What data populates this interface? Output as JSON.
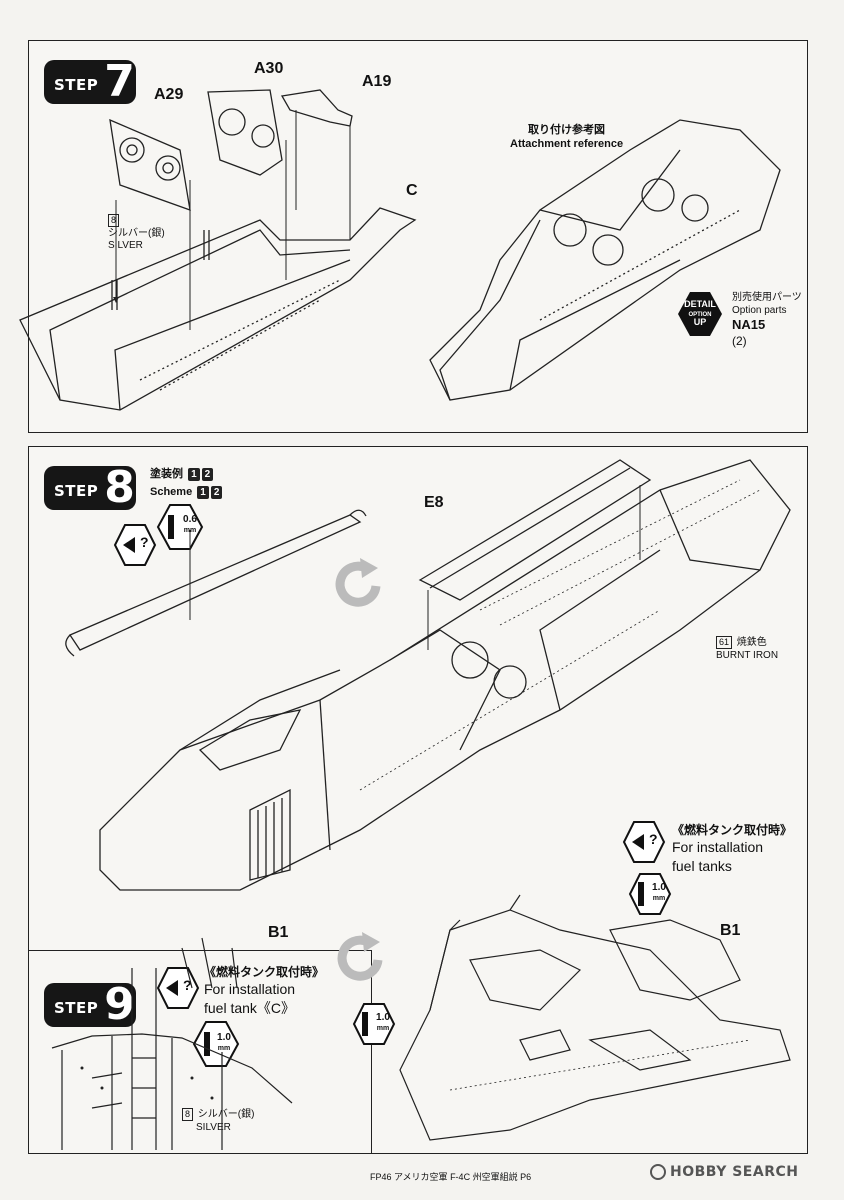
{
  "step7": {
    "word": "STEP",
    "number": "7",
    "parts": {
      "a29": "A29",
      "a30": "A30",
      "a19": "A19",
      "c": "C"
    },
    "silver_num": "8",
    "silver_jp": "シルバー(銀)",
    "silver_en": "SILVER",
    "ref_jp": "取り付け参考図",
    "ref_en": "Attachment reference",
    "detail_top": "DETAIL",
    "detail_mid": "OPTION",
    "detail_bottom": "UP",
    "option_jp": "別売使用パーツ",
    "option_en": "Option parts",
    "option_part": "NA15",
    "option_qty": "(2)"
  },
  "step8": {
    "word": "STEP",
    "number": "8",
    "scheme_jp": "塗装例",
    "scheme_en": "Scheme",
    "scheme_1": "1",
    "scheme_2": "2",
    "drill": "0.6",
    "drill_unit": "mm",
    "part_e8": "E8",
    "burnt_num": "61",
    "burnt_jp": "焼鉄色",
    "burnt_en": "BURNT IRON"
  },
  "step9": {
    "word": "STEP",
    "number": "9",
    "part_b1": "B1",
    "part_b1_right": "B1",
    "fuel_jp": "《燃料タンク取付時》",
    "fuel_en_1": "For installation",
    "fuel_en_2": "fuel tank《C》",
    "fuel_jp_right": "《燃料タンク取付時》",
    "fuel_en_right_1": "For installation",
    "fuel_en_right_2": "fuel tanks",
    "drill": "1.0",
    "drill_unit": "mm",
    "silver_num": "8",
    "silver_jp": "シルバー(銀)",
    "silver_en": "SILVER"
  },
  "footer": "FP46 アメリカ空軍 F-4C 州空軍組説 P6",
  "watermark": "HOBBY SEARCH"
}
